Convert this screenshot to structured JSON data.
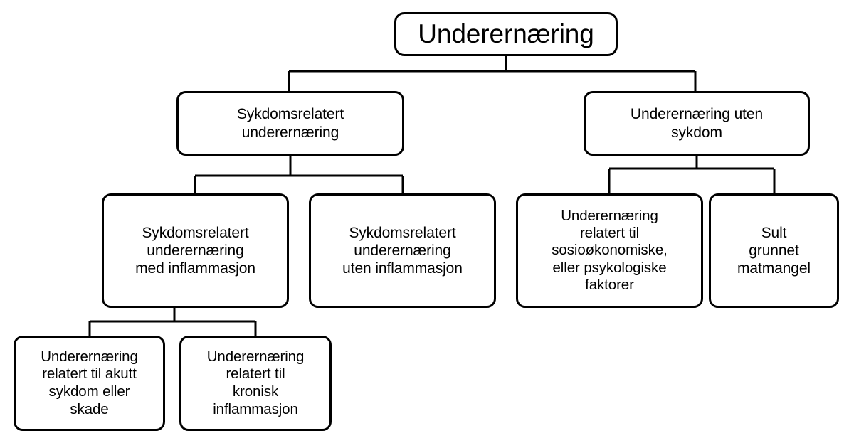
{
  "diagram": {
    "type": "hierarchical-tree-flowchart",
    "language": "Norwegian",
    "stroke_color": "#000000",
    "background_color": "#ffffff",
    "text_color": "#000000",
    "root": {
      "id": "root",
      "label": "Underernæring"
    },
    "level2": [
      {
        "id": "disease-related",
        "label": "Sykdomsrelatert\nunderernæring"
      },
      {
        "id": "without-disease",
        "label": "Underernæring uten\nsykdom"
      }
    ],
    "level3": [
      {
        "id": "with-inflammation",
        "label": "Sykdomsrelatert\nunderernæring\nmed inflammasjon"
      },
      {
        "id": "without-inflammation",
        "label": "Sykdomsrelatert\nunderernæring\nuten inflammasjon"
      },
      {
        "id": "socioeconomic",
        "label": "Underernæring\nrelatert til\nsosioøkonomiske,\neller psykologiske\nfaktorer"
      },
      {
        "id": "hunger",
        "label": "Sult\ngrunnet\nmatmangel"
      }
    ],
    "level4": [
      {
        "id": "acute-disease",
        "label": "Underernæring\nrelatert til akutt\nsykdom eller\nskade"
      },
      {
        "id": "chronic-inflammation",
        "label": "Underernæring\nrelatert til\nkronisk\ninflammasjon"
      }
    ]
  }
}
